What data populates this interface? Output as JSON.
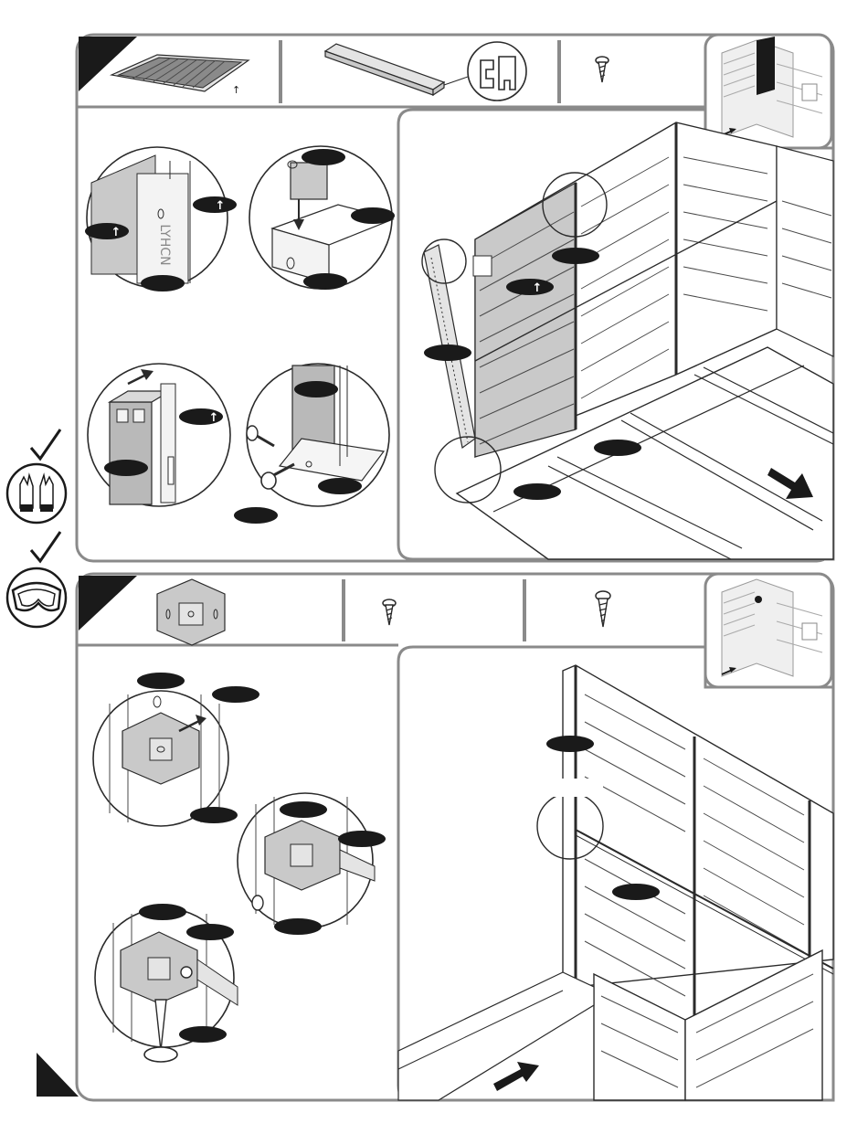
{
  "document": {
    "type": "assembly-instructions",
    "steps": [
      {
        "parts_bar": {
          "part_labels": [],
          "up_marker": "↑",
          "items": [
            "wall-panel",
            "aluminium-profile",
            "screw"
          ]
        },
        "detail_arrow_marks": [
          "↑",
          "↑",
          "↑",
          "↑"
        ],
        "main_arrow_mark": "↑"
      },
      {
        "parts_bar": {
          "items": [
            "corner-bracket",
            "short-screw",
            "long-screw"
          ]
        }
      }
    ],
    "safety_icons": [
      "gloves-icon",
      "goggles-icon"
    ],
    "colors": {
      "frame": "#8a8a8a",
      "callout": "#1a1a1a",
      "grey_part": "#c9c9c9"
    }
  }
}
